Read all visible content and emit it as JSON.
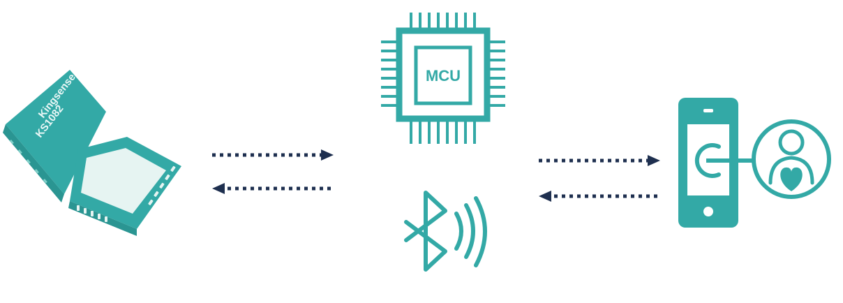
{
  "colors": {
    "teal": "#33A9A6",
    "teal_dark": "#2A9592",
    "teal_light": "#7FCFC8",
    "arrow": "#1E2F4F",
    "background": "#FFFFFF"
  },
  "sensor_chip": {
    "icon": "sensor-chip-icon",
    "brand_text": "Kingsense",
    "model_text": "KS1082"
  },
  "mcu": {
    "icon": "mcu-chip-icon",
    "label": "MCU"
  },
  "bluetooth": {
    "icon": "bluetooth-icon"
  },
  "phone_app": {
    "icon": "phone-user-heart-icon"
  }
}
